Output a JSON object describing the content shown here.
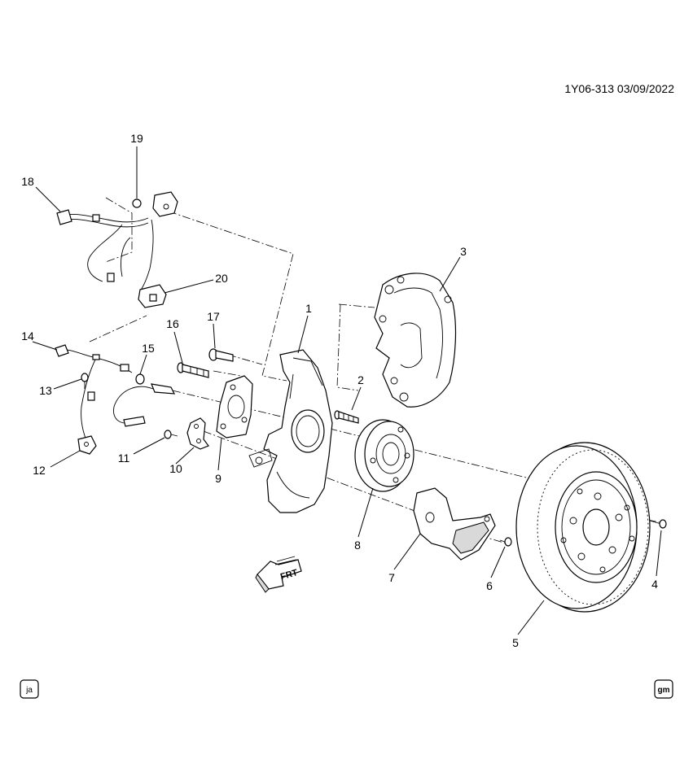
{
  "header": {
    "reference": "1Y06-313  03/09/2022"
  },
  "badges": {
    "left": "ja",
    "right": "gm"
  },
  "direction_marker": {
    "label": "FRT"
  },
  "callouts": [
    {
      "id": "1",
      "label": "1"
    },
    {
      "id": "2",
      "label": "2"
    },
    {
      "id": "3",
      "label": "3"
    },
    {
      "id": "4",
      "label": "4"
    },
    {
      "id": "5",
      "label": "5"
    },
    {
      "id": "6",
      "label": "6"
    },
    {
      "id": "7",
      "label": "7"
    },
    {
      "id": "8",
      "label": "8"
    },
    {
      "id": "9",
      "label": "9"
    },
    {
      "id": "10",
      "label": "10"
    },
    {
      "id": "11",
      "label": "11"
    },
    {
      "id": "12",
      "label": "12"
    },
    {
      "id": "13",
      "label": "13"
    },
    {
      "id": "14",
      "label": "14"
    },
    {
      "id": "15",
      "label": "15"
    },
    {
      "id": "16",
      "label": "16"
    },
    {
      "id": "17",
      "label": "17"
    },
    {
      "id": "18",
      "label": "18"
    },
    {
      "id": "19",
      "label": "19"
    },
    {
      "id": "20",
      "label": "20"
    }
  ]
}
